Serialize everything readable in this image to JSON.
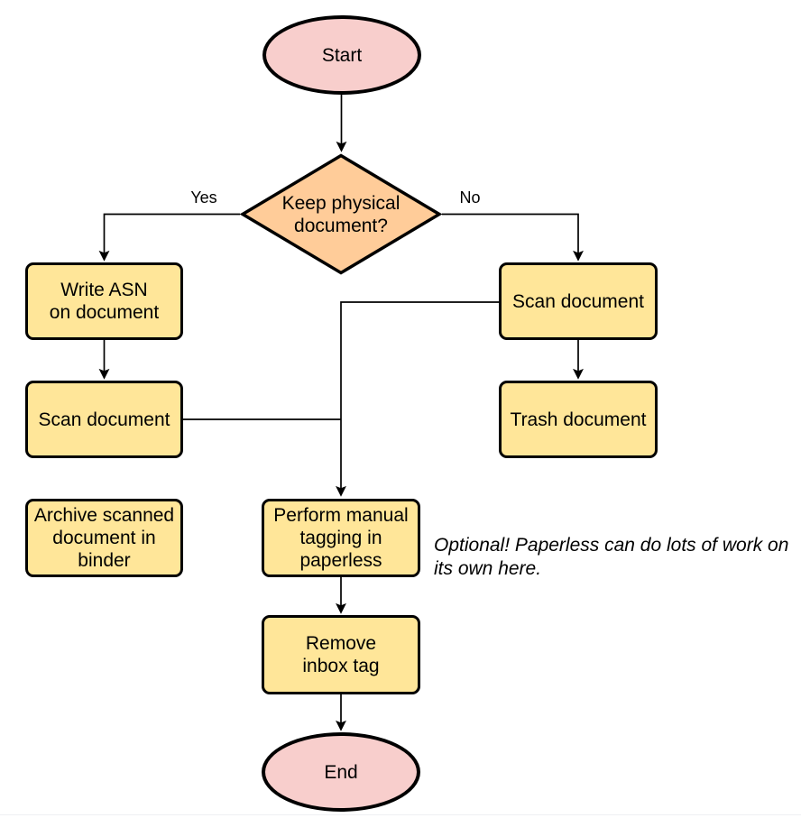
{
  "colors": {
    "background": "#ffffff",
    "node_pink": "#f8cecc",
    "node_yellow": "#ffe699",
    "node_orange": "#ffcc99",
    "stroke": "#000000",
    "text": "#000000"
  },
  "nodes": {
    "start": {
      "shape": "ellipse",
      "label": "Start"
    },
    "decision": {
      "shape": "diamond",
      "label": "Keep physical\ndocument?"
    },
    "write_asn": {
      "shape": "process",
      "label": "Write ASN\non document"
    },
    "scan_left": {
      "shape": "process",
      "label": "Scan document"
    },
    "archive": {
      "shape": "process",
      "label": "Archive scanned\ndocument in\nbinder"
    },
    "scan_right": {
      "shape": "process",
      "label": "Scan document"
    },
    "trash": {
      "shape": "process",
      "label": "Trash document"
    },
    "tagging": {
      "shape": "process",
      "label": "Perform manual\ntagging in\npaperless"
    },
    "remove_inbox": {
      "shape": "process",
      "label": "Remove\ninbox tag"
    },
    "end": {
      "shape": "ellipse",
      "label": "End"
    }
  },
  "edge_labels": {
    "yes": "Yes",
    "no": "No"
  },
  "note": {
    "text": "Optional! Paperless can do lots of work on\nits own here."
  }
}
